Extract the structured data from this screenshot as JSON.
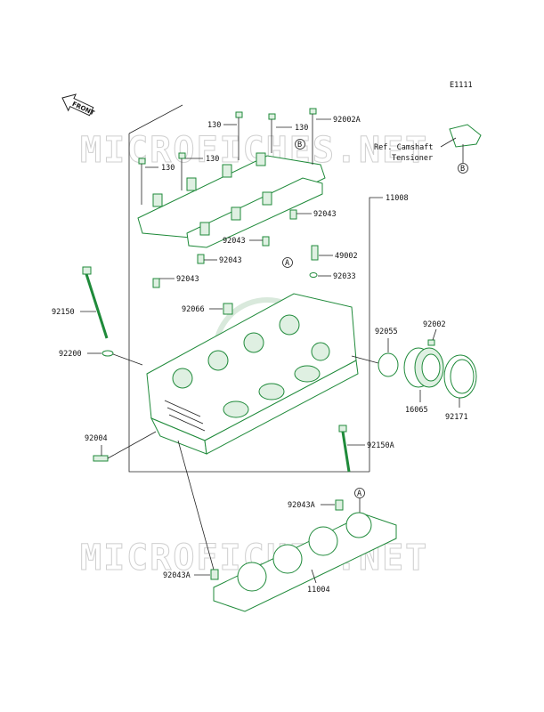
{
  "page": {
    "figure_code": "E1111",
    "front_label": "FRONT",
    "watermark": "MICROFICHES.NET"
  },
  "callouts": {
    "c130a": "130",
    "c130b": "130",
    "c130c": "130",
    "c130d": "130",
    "c92002A": "92002A",
    "c11008": "11008",
    "c92043a": "92043",
    "c92043b": "92043",
    "c92043c": "92043",
    "c92043d": "92043",
    "c49002": "49002",
    "c92033": "92033",
    "c92150": "92150",
    "c92066": "92066",
    "c92200": "92200",
    "c92055": "92055",
    "c92002": "92002",
    "c16065": "16065",
    "c92171": "92171",
    "c92004": "92004",
    "c92150A": "92150A",
    "c92043A_a": "92043A",
    "c92043A_b": "92043A",
    "c11004": "11004",
    "ref_line1": "Ref. Camshaft",
    "ref_line2": "Tensioner",
    "markerA1": "A",
    "markerA2": "A",
    "markerB1": "B",
    "markerB2": "B"
  },
  "colors": {
    "part_stroke": "#1f8a3a",
    "line": "#222222",
    "watermark": "#cfcfcf"
  }
}
